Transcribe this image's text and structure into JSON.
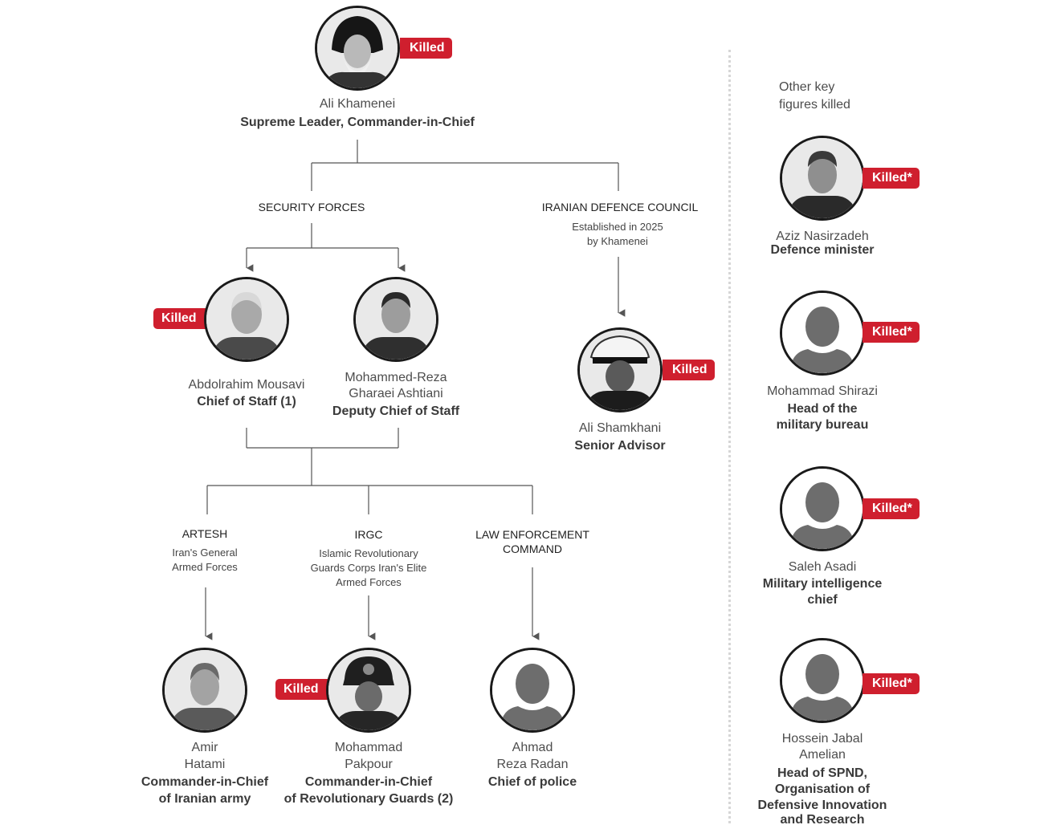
{
  "badge_color": "#cf1f2e",
  "badges": {
    "killed": "Killed",
    "killed_reported": "Killed*"
  },
  "sidebar": {
    "title": "Other key figures killed"
  },
  "groups": {
    "security": {
      "label": "SECURITY FORCES"
    },
    "council": {
      "label": "IRANIAN DEFENCE COUNCIL",
      "note_1": "Established in 2025",
      "note_2": "by Khamenei"
    },
    "artesh": {
      "label": "ARTESH",
      "note_1": "Iran's General",
      "note_2": "Armed Forces"
    },
    "irgc": {
      "label": "IRGC",
      "note_1": "Islamic Revolutionary",
      "note_2": "Guards Corps Iran's Elite",
      "note_3": "Armed Forces"
    },
    "law": {
      "label_1": "LAW ENFORCEMENT",
      "label_2": "COMMAND"
    }
  },
  "people": {
    "khamenei": {
      "name": "Ali Khamenei",
      "role": "Supreme Leader, Commander-in-Chief",
      "status": "Killed"
    },
    "mousavi": {
      "name": "Abdolrahim Mousavi",
      "role": "Chief of Staff (1)",
      "status": "Killed"
    },
    "ashtiani": {
      "name_1": "Mohammed-Reza",
      "name_2": "Gharaei Ashtiani",
      "role": "Deputy Chief of Staff",
      "status": ""
    },
    "shamkhani": {
      "name": "Ali Shamkhani",
      "role": "Senior Advisor",
      "status": "Killed"
    },
    "hatami": {
      "name_1": "Amir",
      "name_2": "Hatami",
      "role_1": "Commander-in-Chief",
      "role_2": "of Iranian army",
      "status": ""
    },
    "pakpour": {
      "name_1": "Mohammad",
      "name_2": "Pakpour",
      "role_1": "Commander-in-Chief",
      "role_2": "of Revolutionary Guards (2)",
      "status": "Killed"
    },
    "radan": {
      "name_1": "Ahmad",
      "name_2": "Reza Radan",
      "role": "Chief of police",
      "status": ""
    },
    "nasirzadeh": {
      "name": "Aziz Nasirzadeh",
      "role": "Defence minister",
      "status": "Killed*"
    },
    "shirazi": {
      "name": "Mohammad Shirazi",
      "role_1": "Head of the",
      "role_2": "military bureau",
      "status": "Killed*"
    },
    "asadi": {
      "name": "Saleh Asadi",
      "role_1": "Military intelligence",
      "role_2": "chief",
      "status": "Killed*"
    },
    "amelian": {
      "name_1": "Hossein Jabal",
      "name_2": "Amelian",
      "role_1": "Head of SPND,",
      "role_2": "Organisation of",
      "role_3": "Defensive Innovation",
      "role_4": "and Research",
      "status": "Killed*"
    }
  }
}
